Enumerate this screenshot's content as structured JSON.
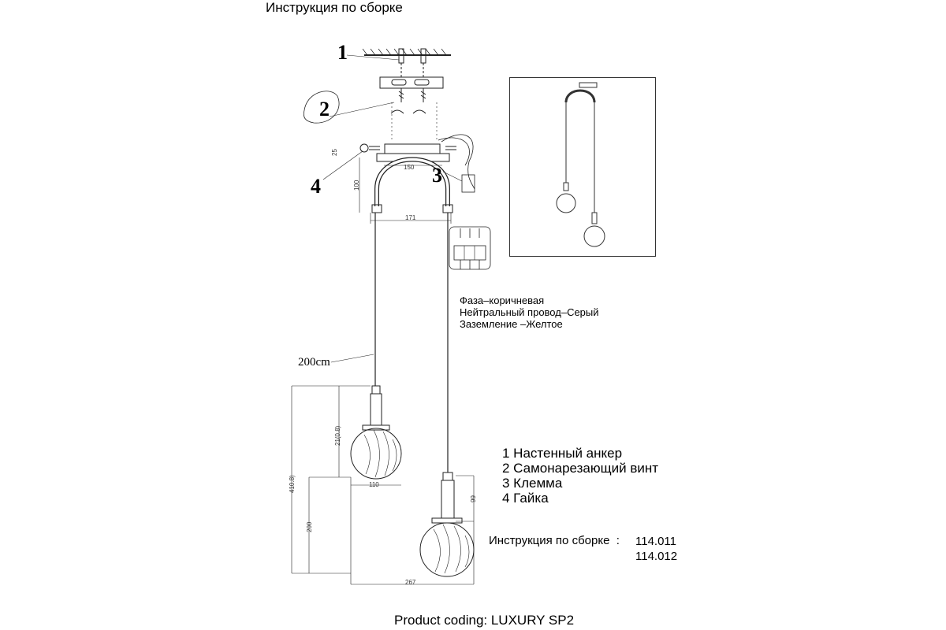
{
  "header": {
    "title": "Инструкция по сборке"
  },
  "footer": {
    "product_coding": "Product coding: LUXURY SP2"
  },
  "wiring": {
    "phase": "Фаза–коричневая",
    "neutral": "Нейтральный провод–Серый",
    "ground": "Заземление –Желтое"
  },
  "parts": [
    "1 Настенный анкер",
    "2 Самонарезающий винт",
    "3 Клемма",
    "4 Гайка"
  ],
  "callouts": {
    "c1": "1",
    "c2": "2",
    "c3": "3",
    "c4": "4"
  },
  "assembly": {
    "label": "Инструкция по сборке",
    "separator": ":",
    "models": [
      "114.011",
      "114.012"
    ]
  },
  "dimensions": {
    "cable_length": "200cm",
    "d25": "25",
    "d100": "100",
    "d150": "150",
    "d171": "171",
    "d21": "21(0.8)",
    "d410": "410.8)",
    "d110": "110",
    "d200": "200",
    "d99": "99",
    "d267": "267"
  }
}
